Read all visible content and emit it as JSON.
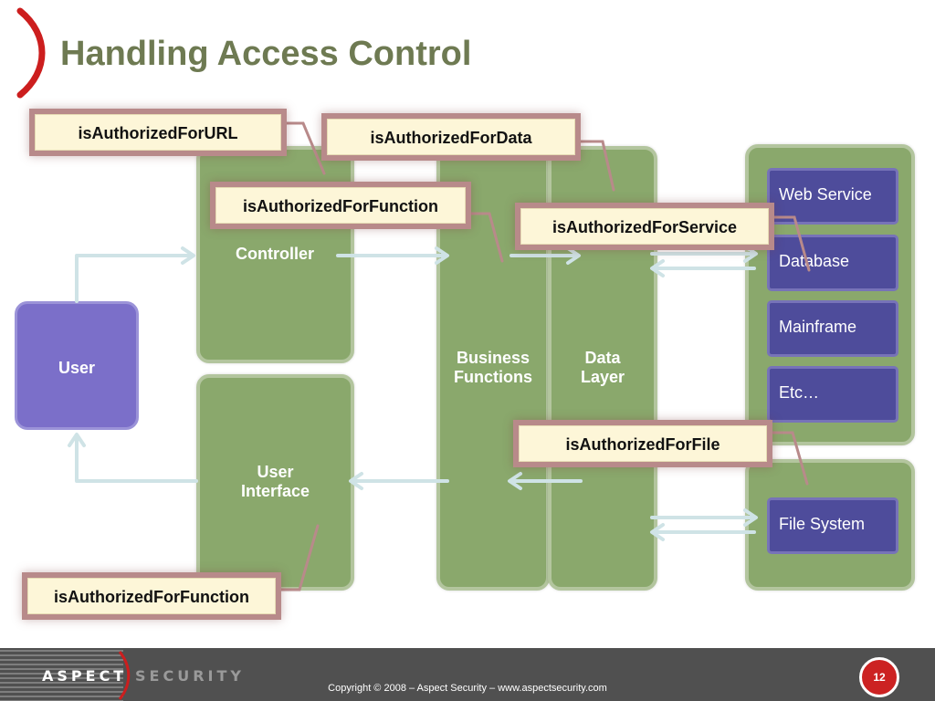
{
  "slide": {
    "title": "Handling Access Control",
    "page_number": "12",
    "copyright": "Copyright © 2008 – Aspect Security – www.aspectsecurity.com"
  },
  "logo": {
    "part1": "ASPECT",
    "part2": "SECURITY"
  },
  "diagram": {
    "user": "User",
    "controller": "Controller",
    "user_interface": "User Interface",
    "business_functions": "Business Functions",
    "data_layer": "Data Layer",
    "services": [
      "Web Service",
      "Database",
      "Mainframe",
      "Etc…"
    ],
    "file_system": "File System"
  },
  "callouts": {
    "url": "isAuthorizedForURL",
    "data": "isAuthorizedForData",
    "function_top": "isAuthorizedForFunction",
    "service": "isAuthorizedForService",
    "file": "isAuthorizedForFile",
    "function_bottom": "isAuthorizedForFunction"
  },
  "colors": {
    "title": "#6e7a52",
    "column_green": "#8aa86c",
    "user_purple": "#7b6fc9",
    "service_purple": "#4e4c9b",
    "callout_fill": "#fdf6d8",
    "accent_red": "#cc2222"
  }
}
